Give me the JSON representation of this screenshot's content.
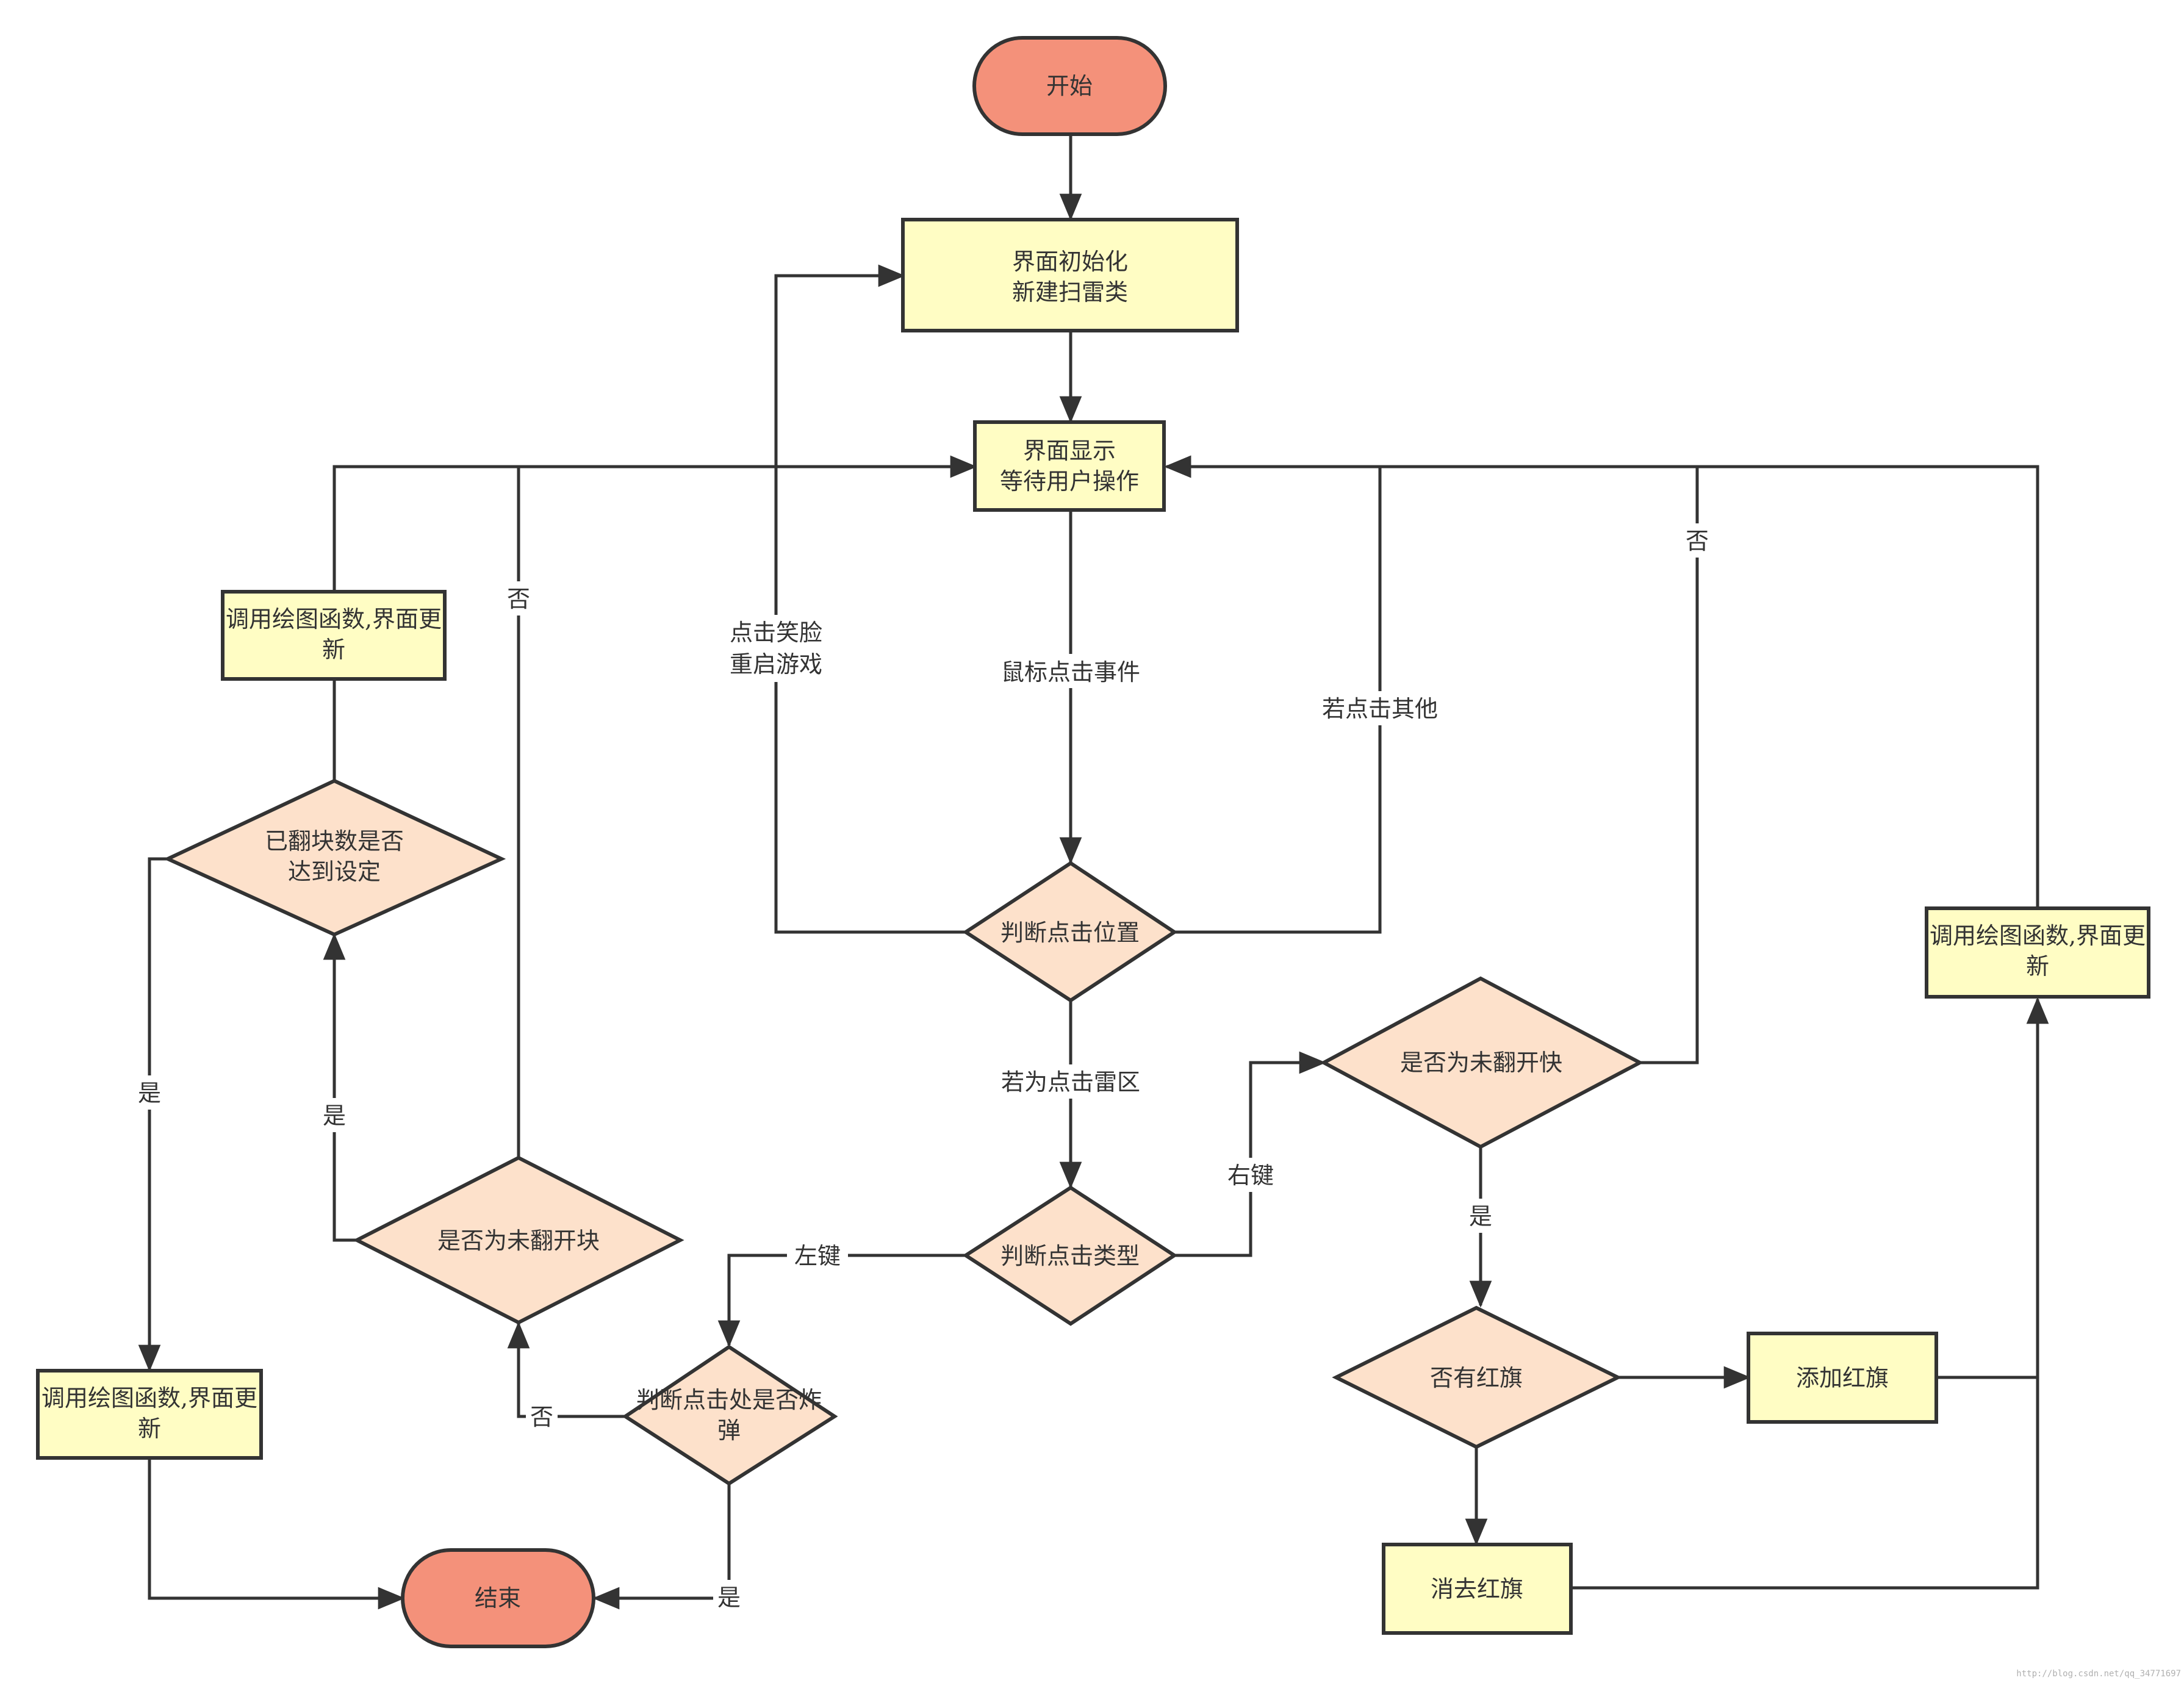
{
  "colors": {
    "terminal_fill": "#f4917a",
    "process_fill": "#fffdc4",
    "decision_fill": "#fde1cb",
    "stroke": "#333333",
    "background": "#ffffff"
  },
  "nodes": {
    "start": "开始",
    "init": [
      "界面初始化",
      "新建扫雷类"
    ],
    "display": [
      "界面显示",
      "等待用户操作"
    ],
    "judge_position": "判断点击位置",
    "judge_type": "判断点击类型",
    "is_unflipped_right": "是否为未翻开快",
    "has_flag": "否有红旗",
    "add_flag": "添加红旗",
    "remove_flag": "消去红旗",
    "redraw_right": [
      "调用绘图函数,界面更",
      "新"
    ],
    "is_bomb": [
      "判断点击处是否炸",
      "弹"
    ],
    "is_unflipped_left": "是否为未翻开块",
    "count_reached": [
      "已翻块数是否",
      "达到设定"
    ],
    "redraw_top_left": [
      "调用绘图函数,界面更",
      "新"
    ],
    "redraw_bottom_left": [
      "调用绘图函数,界面更",
      "新"
    ],
    "end": "结束"
  },
  "edge_labels": {
    "mouse_event": "鼠标点击事件",
    "restart": [
      "点击笑脸",
      "重启游戏"
    ],
    "click_other": "若点击其他",
    "click_mine_area": "若为点击雷区",
    "right_key": "右键",
    "left_key": "左键",
    "no_unflipped_right": "否",
    "yes_unflipped_right": "是",
    "no_bomb": "否",
    "yes_bomb": "是",
    "no_unflipped_left": "否",
    "yes_unflipped_left": "是",
    "yes_count": "是"
  },
  "watermark": "http://blog.csdn.net/qq_34771697"
}
